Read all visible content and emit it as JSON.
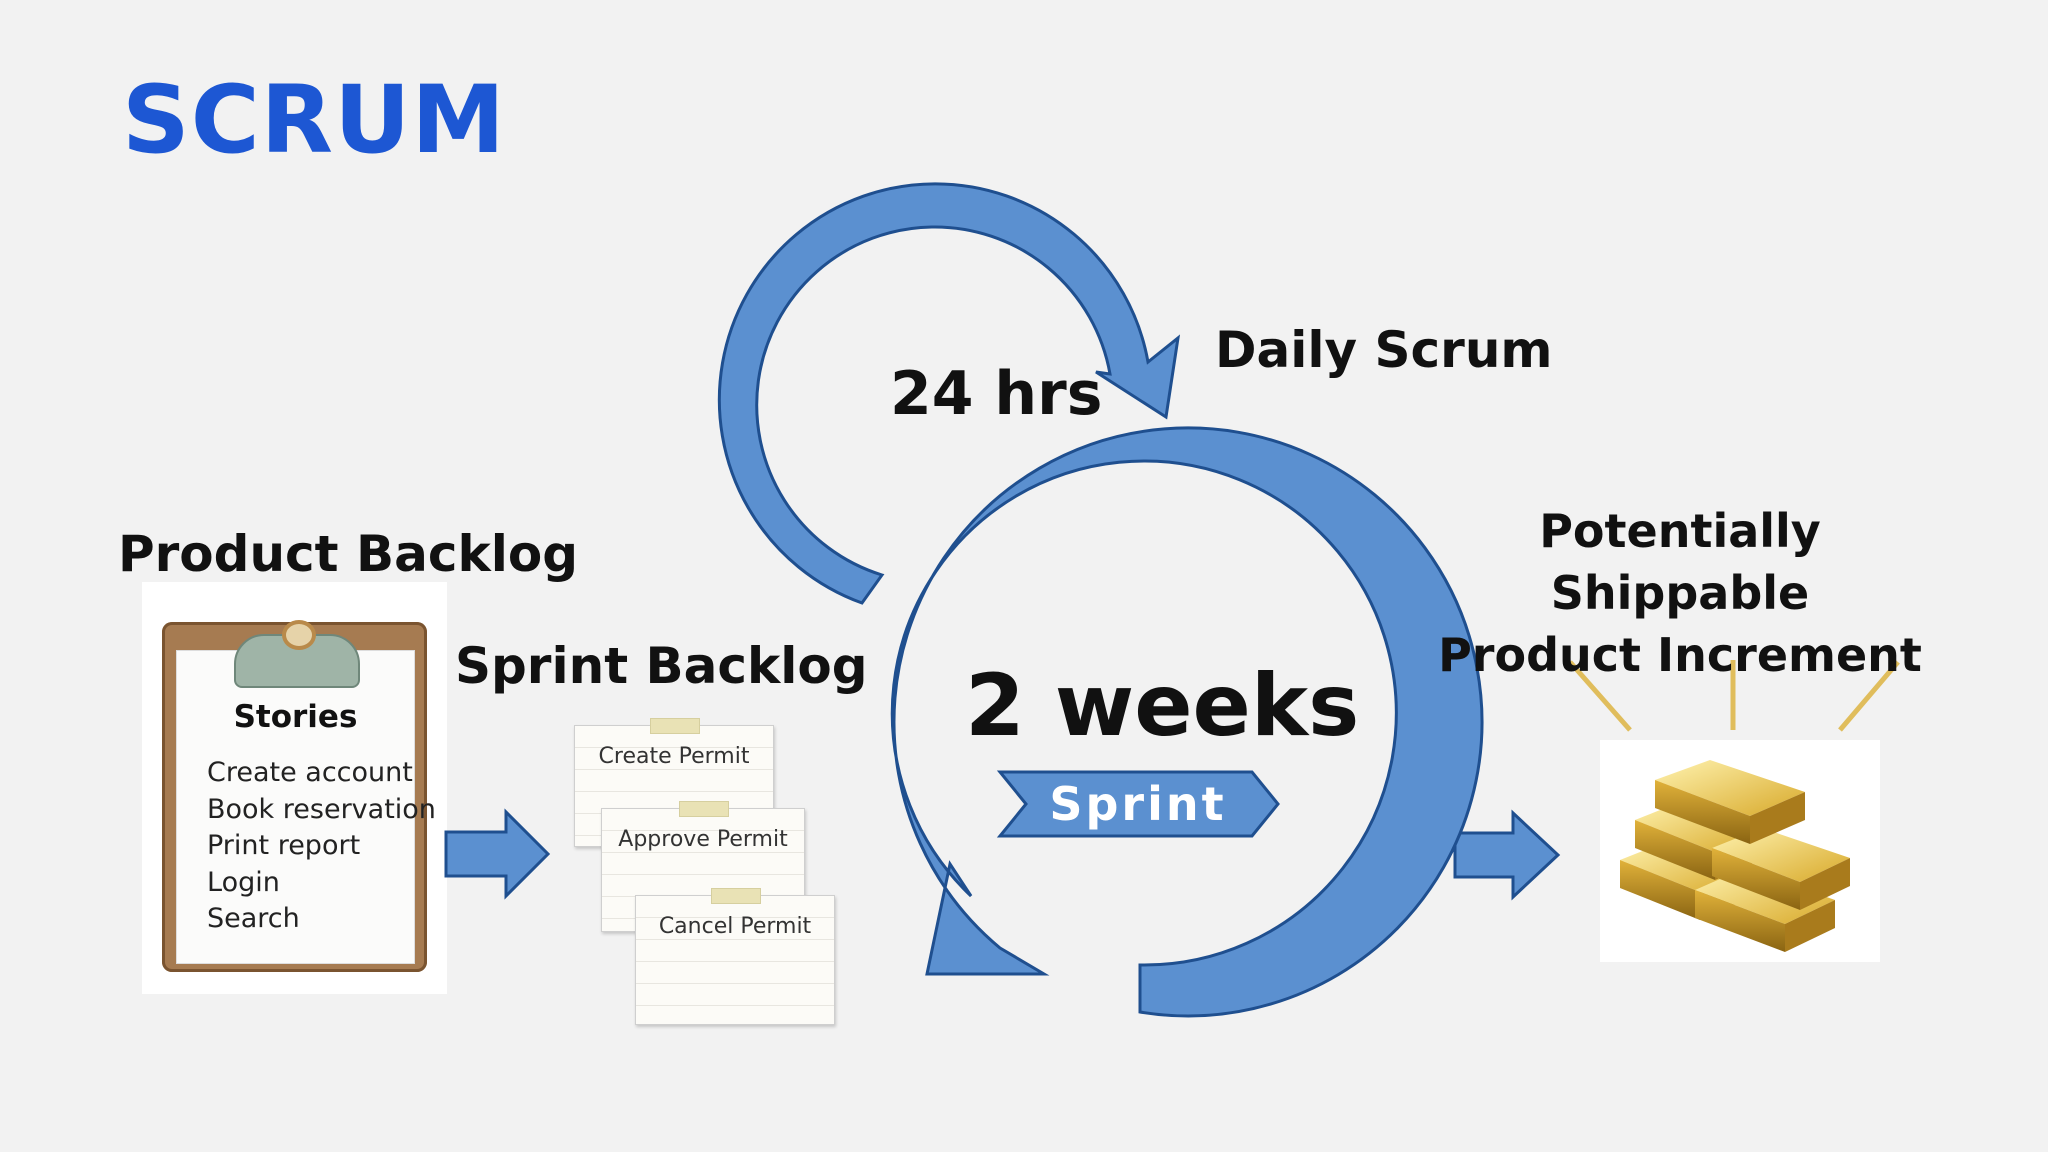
{
  "title": "SCRUM",
  "product_backlog": {
    "label": "Product Backlog",
    "clipboard_title": "Stories",
    "stories": [
      "Create account",
      "Book reservation",
      "Print report",
      "Login",
      "Search"
    ]
  },
  "sprint_backlog": {
    "label": "Sprint Backlog",
    "cards": [
      "Create Permit",
      "Approve Permit",
      "Cancel Permit"
    ]
  },
  "daily_scrum": {
    "label": "Daily Scrum",
    "duration": "24 hrs"
  },
  "sprint": {
    "duration": "2 weeks",
    "label": "Sprint"
  },
  "increment": {
    "label_line1": "Potentially Shippable",
    "label_line2": "Product Increment"
  },
  "colors": {
    "title": "#1d57d3",
    "arrow_fill": "#5b90d0",
    "arrow_stroke": "#1f4f8f",
    "gold": "#d4a92a"
  }
}
